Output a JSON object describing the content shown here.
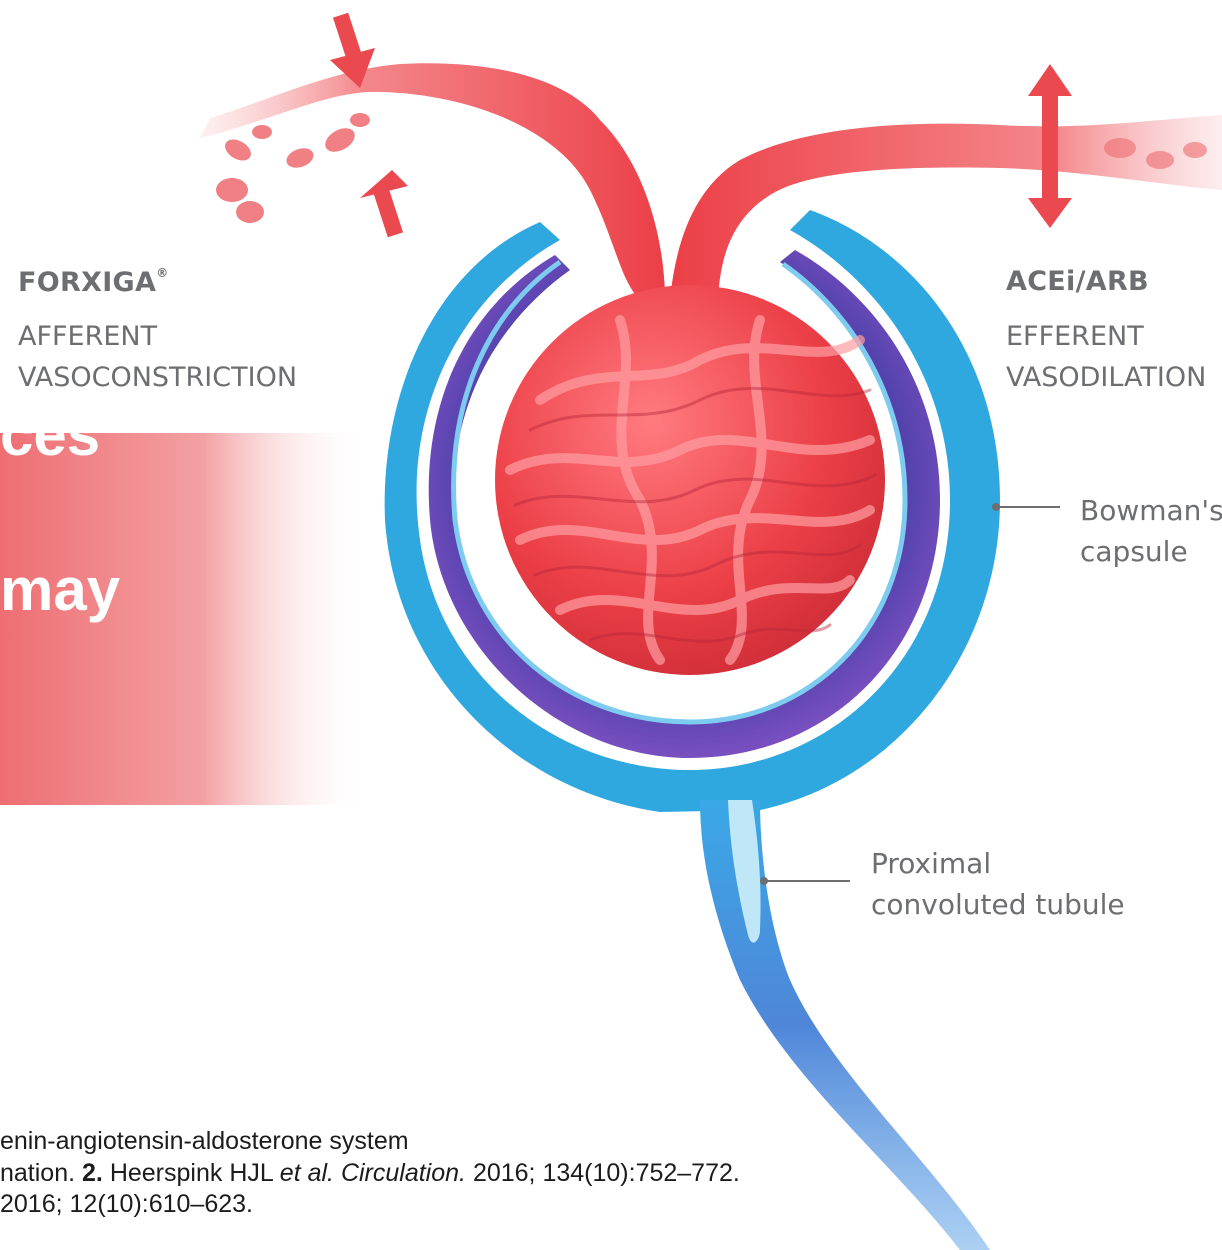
{
  "labels": {
    "left_drug": "FORXIGA",
    "left_drug_mark": "®",
    "left_mech_1": "AFFERENT",
    "left_mech_2": "VASOCONSTRICTION",
    "right_drug": "ACEi/ARB",
    "right_mech_1": "EFFERENT",
    "right_mech_2": "VASODILATION",
    "bowman_1": "Bowman's",
    "bowman_2": "capsule",
    "tubule_1": "Proximal",
    "tubule_2": "convoluted tubule"
  },
  "overlay": {
    "line_1": "ces",
    "line_2": "may"
  },
  "footnotes": {
    "line_1": "enin-angiotensin-aldosterone system",
    "line_2_pre": "nation. ",
    "line_2_num": "2.",
    "line_2_authors": " Heerspink HJL ",
    "line_2_etal": "et al. Circulation.",
    "line_2_cite": " 2016; 134(10):752–772.",
    "line_3": "2016; 12(10):610–623."
  },
  "colors": {
    "vessel_red": "#ee3a42",
    "capsule_blue": "#2fa8e0",
    "capsule_purple": "#4a3ea0",
    "label_gray": "#6d6e71",
    "overlay_pink": "#ee6b6f"
  }
}
